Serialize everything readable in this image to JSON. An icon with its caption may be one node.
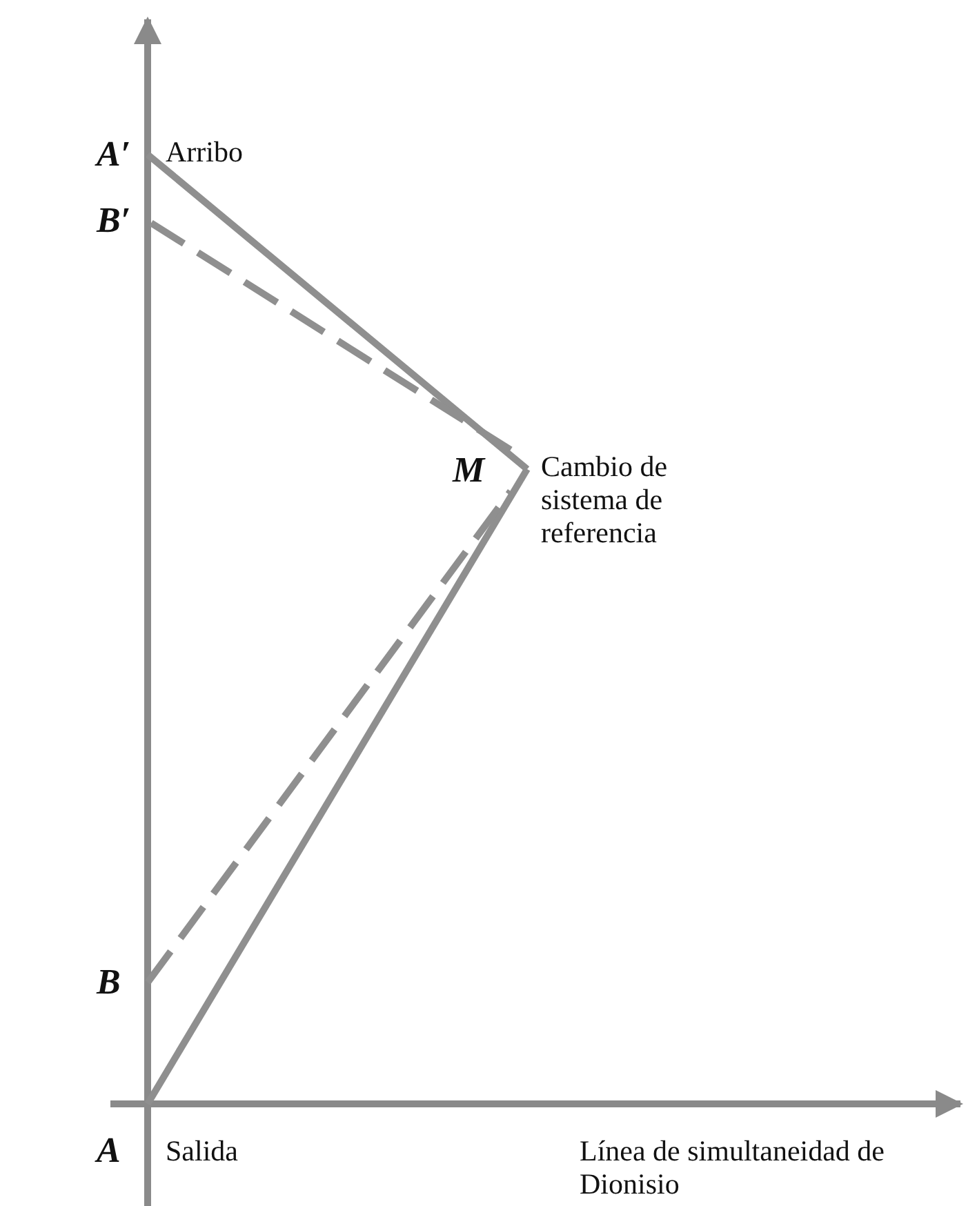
{
  "diagram": {
    "nodes": [
      {
        "text": [
          "A′"
        ],
        "beside": [
          "Arribo"
        ]
      },
      {
        "text": [
          "B′"
        ]
      },
      {
        "text": [
          "M"
        ],
        "beside": [
          "Cambio de sistema de referencia"
        ]
      },
      {
        "text": [
          "B"
        ]
      },
      {
        "text": [
          "A"
        ],
        "beside": [
          "Salida"
        ]
      }
    ],
    "edges": [
      {
        "from": 4,
        "to": 2,
        "arrow": "none"
      },
      {
        "from": 2,
        "to": 0,
        "arrow": "none"
      },
      {
        "from": 3,
        "to": 2,
        "arrow": "none",
        "style": "dashed"
      },
      {
        "from": 2,
        "to": 1,
        "arrow": "none",
        "style": "dashed"
      }
    ],
    "labels": [
      "Línea de simultaneidad de Dionisio"
    ]
  }
}
